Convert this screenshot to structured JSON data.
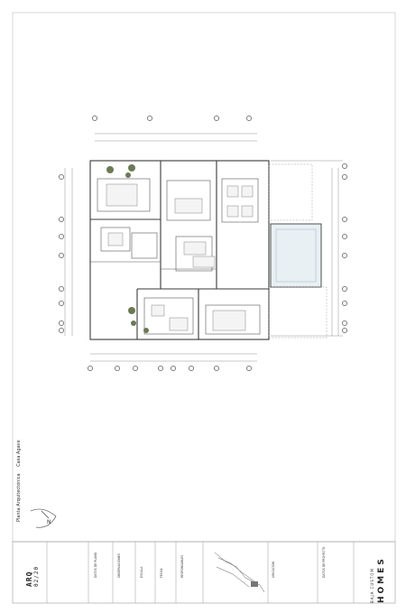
{
  "plan_caption": {
    "title": "Planta Arquitectónica",
    "subtitle": "Casa Agave"
  },
  "title_block": {
    "sheet_code": "ARQ",
    "sheet_number": "02/20",
    "sections": [
      {
        "label": "DATOS DE PLANO"
      },
      {
        "label": "OBSERVACIONES"
      },
      {
        "label": "ESCALA"
      },
      {
        "label": "FECHA"
      },
      {
        "label": "RESPONSABLES"
      },
      {
        "label": "UBICACIÓN"
      },
      {
        "label": "DATOS DE PROYECTO"
      }
    ],
    "brand": {
      "tagline": "BAJA CUSTOM",
      "name": "HOMES"
    }
  },
  "colors": {
    "line": "#3a3a3a",
    "light_line": "#9a9a9a",
    "pool": "#e9f0f4",
    "plants": "#6b7a55"
  }
}
